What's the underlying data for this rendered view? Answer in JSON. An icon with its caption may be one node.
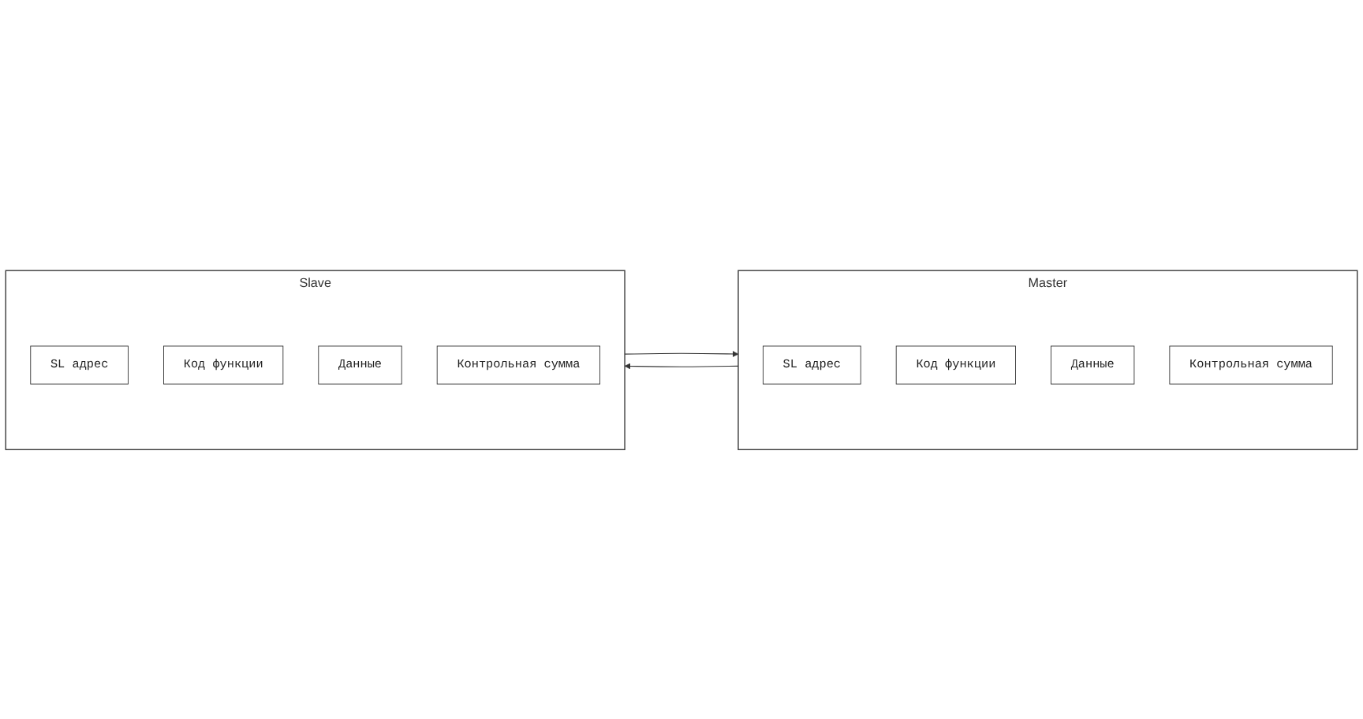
{
  "diagram": {
    "nodes": [
      {
        "text": [
          "Master"
        ]
      },
      {
        "text": [
          "SL адрес"
        ],
        "in": 0
      },
      {
        "text": [
          "Код функции"
        ],
        "in": 0
      },
      {
        "text": [
          "Данные"
        ],
        "in": 0
      },
      {
        "text": [
          "Контрольная сумма"
        ],
        "in": 0
      },
      {
        "text": [
          "Slave"
        ]
      },
      {
        "text": [
          "SL адрес"
        ],
        "in": 5
      },
      {
        "text": [
          "Код функции"
        ],
        "in": 5
      },
      {
        "text": [
          "Данные"
        ],
        "in": 5
      },
      {
        "text": [
          "Контрольная сумма"
        ],
        "in": 5
      }
    ],
    "edges": [
      {
        "from": 0,
        "to": 5,
        "arrow": "to"
      },
      {
        "from": 5,
        "to": 0,
        "arrow": "to"
      }
    ]
  }
}
